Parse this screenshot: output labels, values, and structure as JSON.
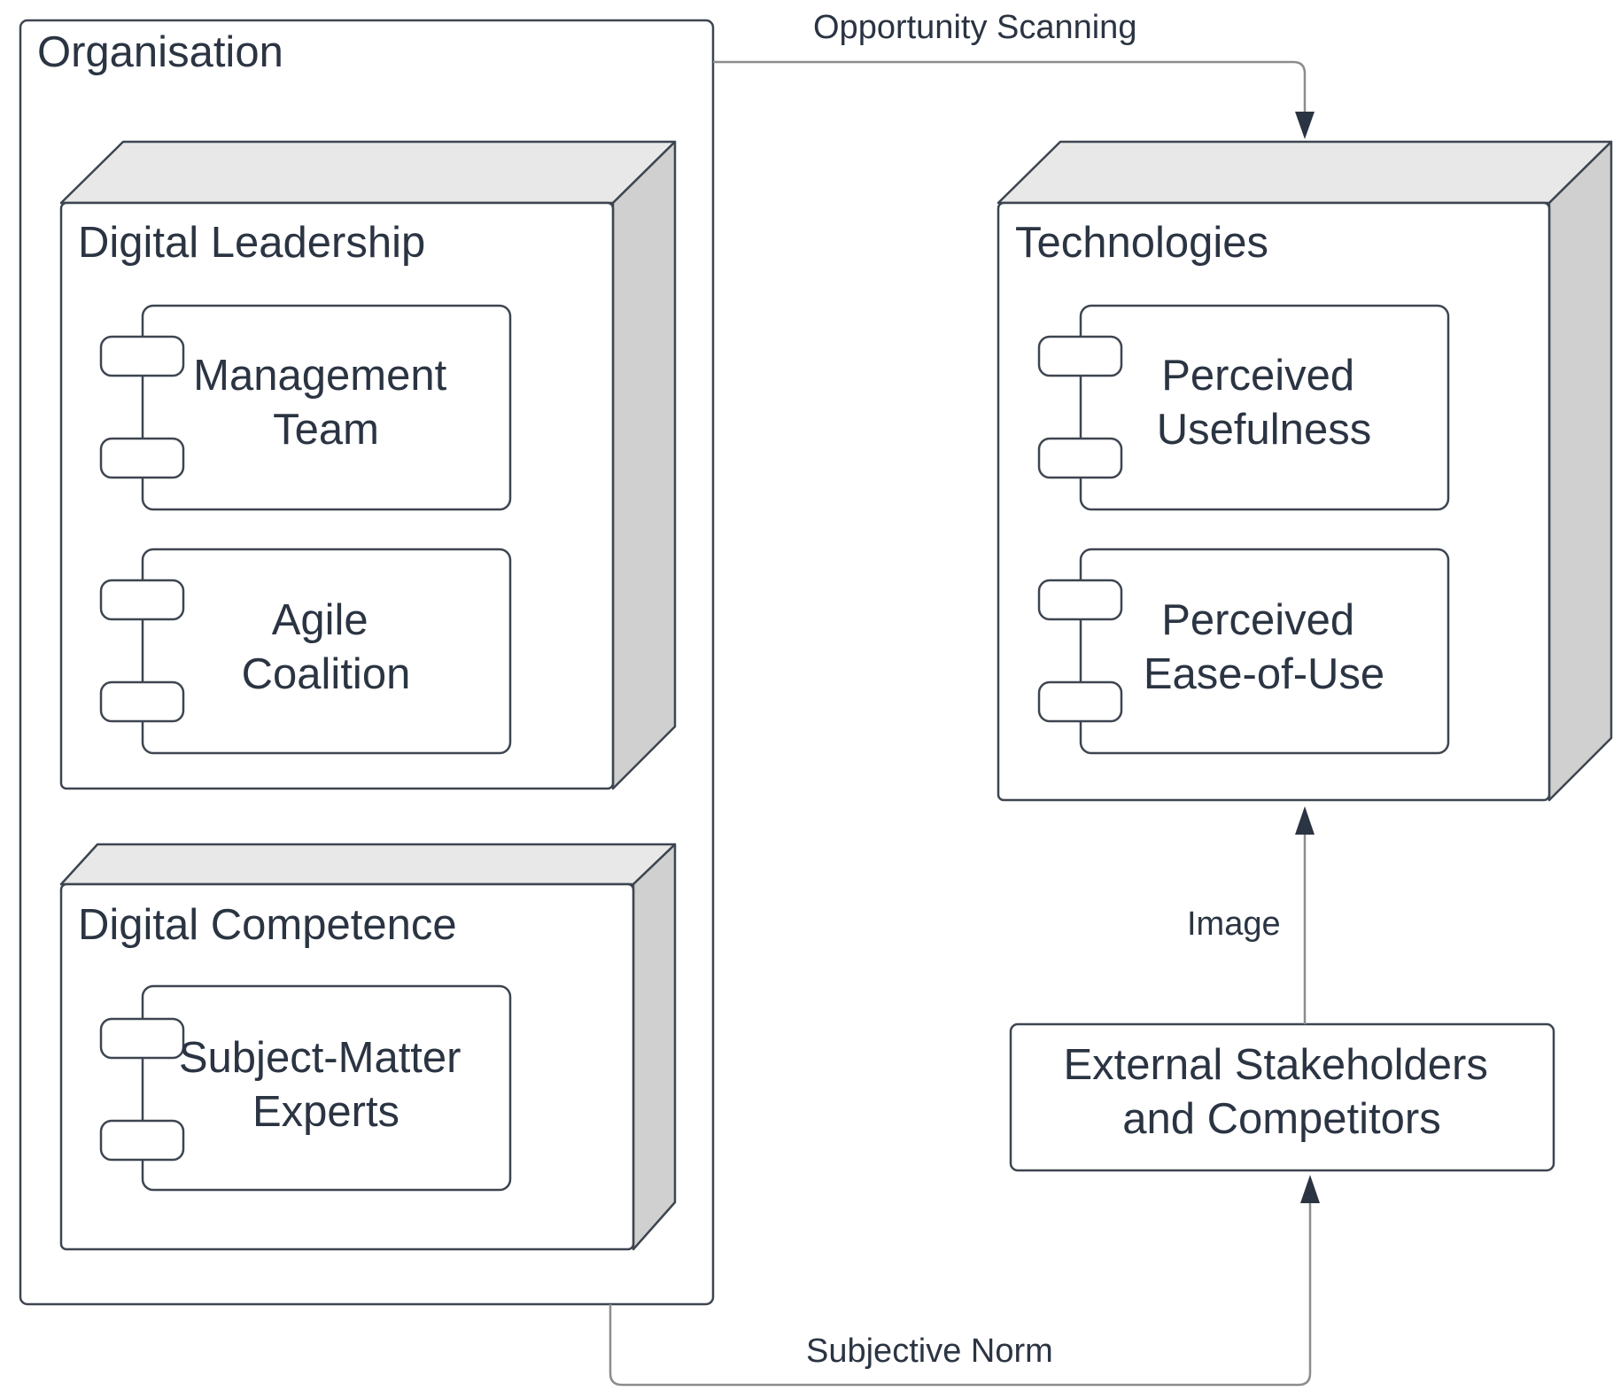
{
  "organisation": {
    "title": "Organisation"
  },
  "digital_leadership": {
    "title": "Digital Leadership",
    "components": [
      {
        "lines": [
          "Management",
          "Team"
        ]
      },
      {
        "lines": [
          "Agile",
          "Coalition"
        ]
      }
    ]
  },
  "digital_competence": {
    "title": "Digital Competence",
    "components": [
      {
        "lines": [
          "Subject-Matter",
          "Experts"
        ]
      }
    ]
  },
  "technologies": {
    "title": "Technologies",
    "components": [
      {
        "lines": [
          "Perceived",
          "Usefulness"
        ]
      },
      {
        "lines": [
          "Perceived",
          "Ease-of-Use"
        ]
      }
    ]
  },
  "external": {
    "lines": [
      "External Stakeholders",
      "and Competitors"
    ]
  },
  "edges": {
    "opportunity_scanning": "Opportunity Scanning",
    "image": "Image",
    "subjective_norm": "Subjective Norm"
  },
  "colors": {
    "stroke": "#3d4550",
    "text": "#2b3442",
    "node_top": "#e8e8e8",
    "node_side": "#d0d0d0",
    "connector": "#8c8c8c"
  }
}
